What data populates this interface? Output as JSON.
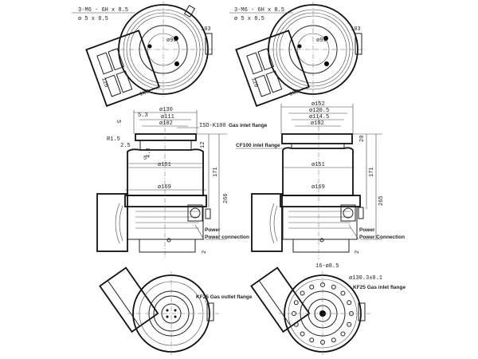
{
  "top_views": [
    {
      "thread": "3-M6 - 6H x 8.5",
      "hole": "ø 5 x 8.5",
      "dia": "ø95",
      "width": "103",
      "height": "120",
      "length": "132"
    },
    {
      "thread": "3-M6 - 6H x 8.5",
      "hole": "ø 5 x 8.5",
      "dia": "ø95",
      "width": "103",
      "height": "120",
      "length": "132"
    }
  ],
  "left_side": {
    "d1": "ø130",
    "d2": "ø111",
    "d3": "ø102",
    "d_body": "ø151",
    "d_base": "ø169",
    "dim_53": "5.3",
    "dim_5": "5",
    "r": "R1.5",
    "dim_25": "2.5",
    "dim_5b": "5",
    "dim_43": "4.3",
    "dim_12": "12",
    "h_mid": "171",
    "h_total": "266",
    "h_small": "2",
    "inlet": "ISO-K100",
    "inlet_label": "Gas inlet flange",
    "power": "Power connection"
  },
  "right_side": {
    "d1": "ø152",
    "d2": "ø120.5",
    "d3": "ø114.5",
    "d4": "ø102",
    "d_body": "ø151",
    "d_base": "ø169",
    "dim_20": "20",
    "h_mid": "171",
    "h_total": "265",
    "h_small": "2",
    "inlet": "CF100 inlet flange",
    "power": "Power Connection"
  },
  "bottom_left": {
    "outlet": "KF25 Gas outlet flange"
  },
  "bottom_right": {
    "holes": "16-ø8.5",
    "pcd": "ø130.3±0.1",
    "inlet": "KF25 Gas inlet flange"
  }
}
